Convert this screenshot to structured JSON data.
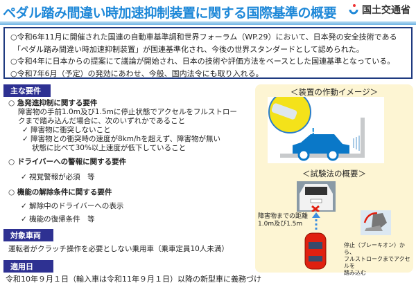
{
  "title": "ペダル踏み間違い時加速抑制装置に関する国際基準の概要",
  "ministry": "国土交通省",
  "summary": [
    "○令和6年11月に開催された国連の自動車基準調和世界フォーラム（WP.29）において、日本発の安全技術である",
    "「ペダル踏み間違い時加速抑制装置」が国連基準化され、今後の世界スタンダードとして認められた。",
    "○令和4年に日本からの提案にて議論が開始され、日本の技術や評価方法をベースとした国連基準となっている。",
    "○令和7年6月（予定）の発効にあわせ、今般、国内法令にも取り入れる。"
  ],
  "requirements": {
    "label": "主な要件",
    "r1_head": "急発進抑制に関する要件",
    "r1_l1": "障害物の手前1.0m及び1.5mに停止状態でアクセルをフルストロー",
    "r1_l2": "クまで踏み込んだ場合に、次のいずれかであること",
    "r1_c1": "障害物に衝突しないこと",
    "r1_c2a": "障害物との衝突時の速度が8km/hを超えず、障害物が無い",
    "r1_c2b": "状態に比べて30%以上速度が低下していること",
    "r2_head": "ドライバーへの警報に関する要件",
    "r2_c1": "視覚警報が必須　等",
    "r3_head": "機能の解除条件に関する要件",
    "r3_c1": "解除中のドライバーへの表示",
    "r3_c2": "機能の復帰条件　等"
  },
  "target": {
    "label": "対象車両",
    "text": "運転者がクラッチ操作を必要としない乗用車（乗車定員10人未満）"
  },
  "date": {
    "label": "適用日",
    "text": "令和10年９月１日（輸入車は令和11年９月１日）以降の新型車に義務づけ"
  },
  "panel": {
    "cap1": "＜装置の作動イメージ＞",
    "cap2": "＜試験法の概要＞",
    "distance_l1": "障害物までの距離",
    "distance_l2": "1.0m及び1.5m",
    "pedal_l1": "停止（ブレーキオン）から、",
    "pedal_l2": "フルストロークまでアクセルを",
    "pedal_l3": "踏み込む"
  },
  "colors": {
    "title": "#1e88d8",
    "tag": "#2e3192",
    "panel": "#fdf5d3",
    "car_blue": "#0a78c8",
    "car_red": "#e02010"
  }
}
